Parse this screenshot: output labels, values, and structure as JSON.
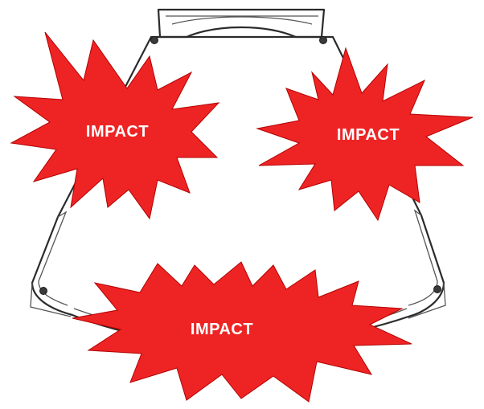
{
  "colors": {
    "burst_fill": "#ee2424",
    "outline": "#2b2b2b",
    "label_text": "#ffffff",
    "background": "#ffffff"
  },
  "device": {
    "icon": "ultrasound-probe-face-outline"
  },
  "bursts": [
    {
      "id": "left",
      "label": "IMPACT"
    },
    {
      "id": "right",
      "label": "IMPACT"
    },
    {
      "id": "bottom",
      "label": "IMPACT"
    }
  ]
}
